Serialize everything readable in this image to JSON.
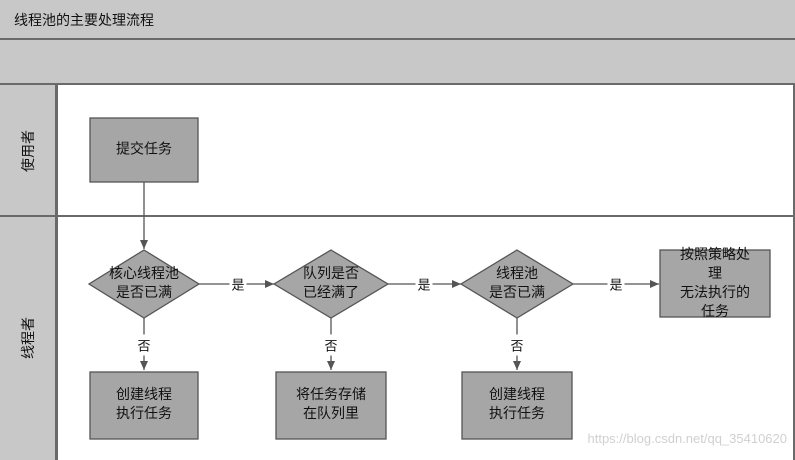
{
  "title": "线程池的主要处理流程",
  "lanes": {
    "user": "使用者",
    "pool": "线程者"
  },
  "nodes": {
    "submit": "提交任务",
    "core_full": "核心线程池\n是否已满",
    "queue_full": "队列是否\n已经满了",
    "pool_full": "线程池\n是否已满",
    "policy": "按照策略处理\n无法执行的任务",
    "create_core": "创建线程\n执行任务",
    "enqueue": "将任务存储\n在队列里",
    "create_thread": "创建线程\n执行任务"
  },
  "edges": {
    "yes_1": "是",
    "yes_2": "是",
    "yes_3": "是",
    "no_1": "否",
    "no_2": "否",
    "no_3": "否"
  },
  "watermark": "https://blog.csdn.net/qq_35410620",
  "colors": {
    "band": "#c8c8c8",
    "node_fill": "#a6a6a6",
    "stroke": "#555555"
  }
}
